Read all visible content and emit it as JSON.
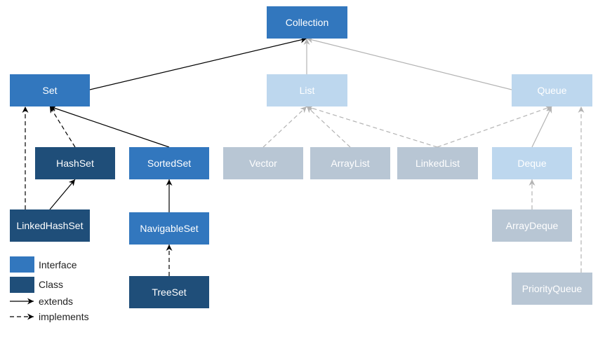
{
  "colors": {
    "interface": "#3277be",
    "class": "#1f4e79",
    "faded_interface": "#bdd7ee",
    "faded_class": "#b8c6d4",
    "edge_dark": "#000000",
    "edge_faded": "#b3b3b3"
  },
  "nodes": [
    {
      "id": "collection",
      "label": "Collection",
      "kind": "interface"
    },
    {
      "id": "set",
      "label": "Set",
      "kind": "interface"
    },
    {
      "id": "list",
      "label": "List",
      "kind": "faded_interface"
    },
    {
      "id": "queue",
      "label": "Queue",
      "kind": "faded_interface"
    },
    {
      "id": "hashset",
      "label": "HashSet",
      "kind": "class"
    },
    {
      "id": "sortedset",
      "label": "SortedSet",
      "kind": "interface"
    },
    {
      "id": "vector",
      "label": "Vector",
      "kind": "faded_class"
    },
    {
      "id": "arraylist",
      "label": "ArrayList",
      "kind": "faded_class"
    },
    {
      "id": "linkedlist",
      "label": "LinkedList",
      "kind": "faded_class"
    },
    {
      "id": "deque",
      "label": "Deque",
      "kind": "faded_interface"
    },
    {
      "id": "linkedhashset",
      "label": "LinkedHashSet",
      "kind": "class"
    },
    {
      "id": "navigableset",
      "label": "NavigableSet",
      "kind": "interface"
    },
    {
      "id": "arraydeque",
      "label": "ArrayDeque",
      "kind": "faded_class"
    },
    {
      "id": "treeset",
      "label": "TreeSet",
      "kind": "class"
    },
    {
      "id": "priorityqueue",
      "label": "PriorityQueue",
      "kind": "faded_class"
    }
  ],
  "edges": [
    {
      "from": "set",
      "to": "collection",
      "type": "extends",
      "faded": false
    },
    {
      "from": "list",
      "to": "collection",
      "type": "extends",
      "faded": true
    },
    {
      "from": "queue",
      "to": "collection",
      "type": "extends",
      "faded": true
    },
    {
      "from": "hashset",
      "to": "set",
      "type": "implements",
      "faded": false
    },
    {
      "from": "sortedset",
      "to": "set",
      "type": "extends",
      "faded": false
    },
    {
      "from": "linkedhashset",
      "to": "set",
      "type": "implements",
      "faded": false
    },
    {
      "from": "linkedhashset",
      "to": "hashset",
      "type": "extends",
      "faded": false
    },
    {
      "from": "navigableset",
      "to": "sortedset",
      "type": "extends",
      "faded": false
    },
    {
      "from": "treeset",
      "to": "navigableset",
      "type": "implements",
      "faded": false
    },
    {
      "from": "vector",
      "to": "list",
      "type": "implements",
      "faded": true
    },
    {
      "from": "arraylist",
      "to": "list",
      "type": "implements",
      "faded": true
    },
    {
      "from": "linkedlist",
      "to": "list",
      "type": "implements",
      "faded": true
    },
    {
      "from": "linkedlist",
      "to": "queue",
      "type": "implements",
      "faded": true
    },
    {
      "from": "deque",
      "to": "queue",
      "type": "extends",
      "faded": true
    },
    {
      "from": "arraydeque",
      "to": "deque",
      "type": "implements",
      "faded": true
    },
    {
      "from": "priorityqueue",
      "to": "queue",
      "type": "implements",
      "faded": true
    }
  ],
  "legend": {
    "interface": "Interface",
    "class": "Class",
    "extends": "extends",
    "implements": "implements"
  }
}
